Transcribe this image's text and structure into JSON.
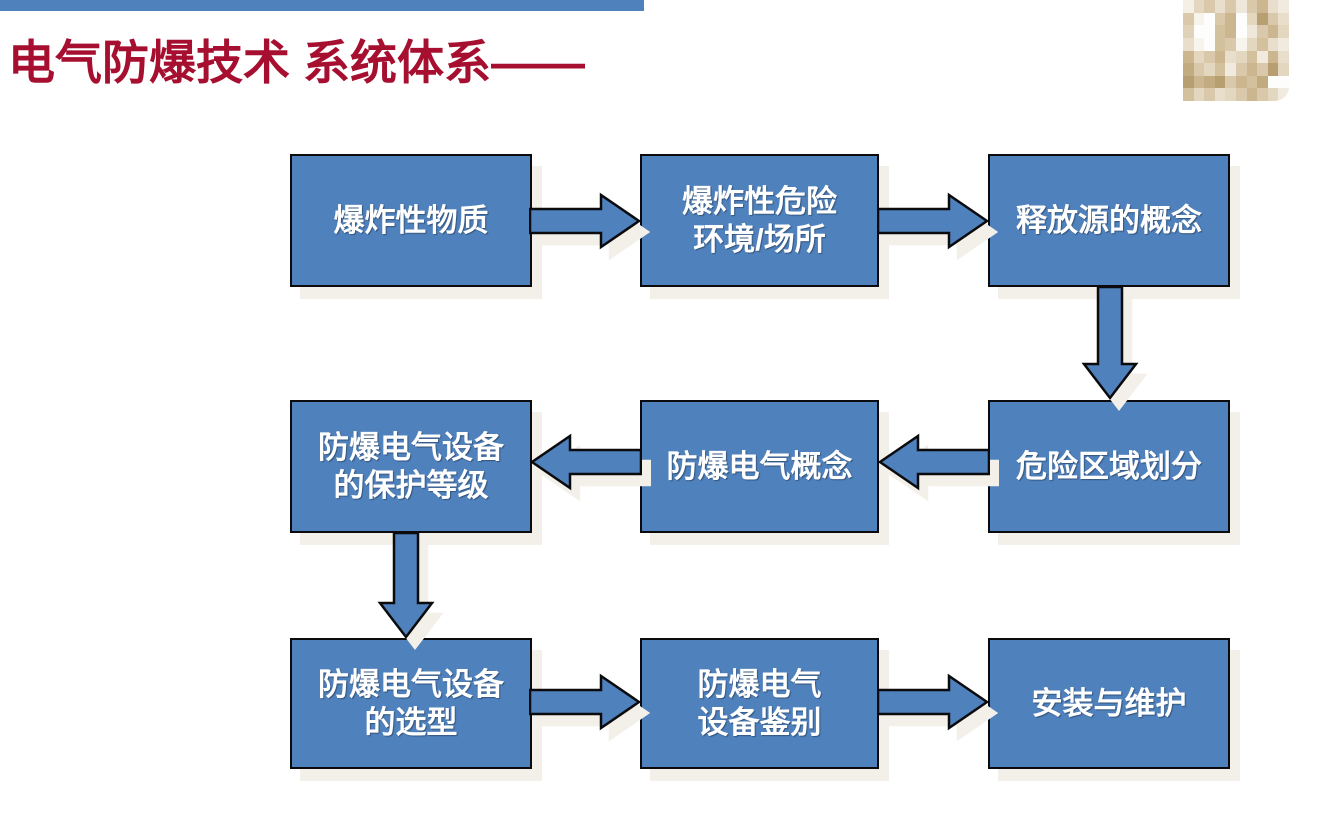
{
  "slide": {
    "title": "电气防爆技术 系统体系——",
    "title_color": "#A60F2F",
    "accent_bar_color": "#4F81BD",
    "background_color": "#FFFFFF"
  },
  "flow": {
    "box_fill_color": "#4F81BD",
    "box_border_color": "#0B0B0D",
    "box_text_color": "#FFFFFF",
    "shadow_color": "#F2F0E8",
    "nodes": [
      {
        "id": "explosive-substances",
        "label": "爆炸性物质"
      },
      {
        "id": "explosive-hazardous-environment",
        "label": "爆炸性危险\n环境/场所"
      },
      {
        "id": "release-source-concept",
        "label": "释放源的概念"
      },
      {
        "id": "hazardous-zone-classification",
        "label": "危险区域划分"
      },
      {
        "id": "exproof-electrical-concept",
        "label": "防爆电气概念"
      },
      {
        "id": "equipment-protection-level",
        "label": "防爆电气设备\n的保护等级"
      },
      {
        "id": "equipment-selection",
        "label": "防爆电气设备\n的选型"
      },
      {
        "id": "equipment-identification",
        "label": "防爆电气\n设备鉴别"
      },
      {
        "id": "installation-maintenance",
        "label": "安装与维护"
      }
    ],
    "edges": [
      {
        "from": "explosive-substances",
        "to": "explosive-hazardous-environment",
        "direction": "right"
      },
      {
        "from": "explosive-hazardous-environment",
        "to": "release-source-concept",
        "direction": "right"
      },
      {
        "from": "release-source-concept",
        "to": "hazardous-zone-classification",
        "direction": "down"
      },
      {
        "from": "hazardous-zone-classification",
        "to": "exproof-electrical-concept",
        "direction": "left"
      },
      {
        "from": "exproof-electrical-concept",
        "to": "equipment-protection-level",
        "direction": "left"
      },
      {
        "from": "equipment-protection-level",
        "to": "equipment-selection",
        "direction": "down"
      },
      {
        "from": "equipment-selection",
        "to": "equipment-identification",
        "direction": "right"
      },
      {
        "from": "equipment-identification",
        "to": "installation-maintenance",
        "direction": "right"
      }
    ]
  },
  "logo": {
    "description": "pixelated-tan-logo",
    "pixels": [
      [
        "#f5f0e6",
        "#e4d7bf",
        "#d9c8a9",
        "#e8decb",
        "#d9c8a9",
        "#efe8da",
        "#d9c8a9",
        "#cbb68f",
        "#e8decb",
        "#f1ebdf"
      ],
      [
        "#d9c8a9",
        "#f7f4ec",
        "#fdfdfb",
        "#d9c8a9",
        "#cbb68f",
        "#fdfdfb",
        "#e4d7bf",
        "#b89f72",
        "#d9c8a9",
        "#e8decb"
      ],
      [
        "#e0d2b8",
        "#fdfdfb",
        "#fdfdfb",
        "#d3c09c",
        "#cbb68f",
        "#fdfdfb",
        "#efe8da",
        "#d9c8a9",
        "#cbb68f",
        "#e4d7bf"
      ],
      [
        "#e8decb",
        "#f7f4ec",
        "#fdfdfb",
        "#d3c09c",
        "#d9c8a9",
        "#f7f4ec",
        "#e4d7bf",
        "#d3c09c",
        "#e8decb",
        "#f1ebdf"
      ],
      [
        "#cbb68f",
        "#e4d7bf",
        "#d9c8a9",
        "#cbb68f",
        "#e8decb",
        "#e4d7bf",
        "#d3c09c",
        "#f1ebdf",
        "#cbb68f",
        "#e8decb"
      ],
      [
        "#c2ab80",
        "#d9c8a9",
        "#e4d7bf",
        "#d3c09c",
        "#f1ebdf",
        "#d9c8a9",
        "#cbb68f",
        "#d9c8a9",
        "#b89f72",
        "#e4d7bf"
      ],
      [
        "#b89f72",
        "#cbb68f",
        "#c2ab80",
        "#b89f72",
        "#d9c8a9",
        "#cbb68f",
        "#d3c09c",
        "#c2ab80",
        "#fdfdfb",
        "#fdfdfb"
      ],
      [
        "#d3c09c",
        "#e4d7bf",
        "#d9c8a9",
        "#e8decb",
        "#e4d7bf",
        "#d9c8a9",
        "#cbb68f",
        "#d9c8a9",
        "#e4d7bf",
        "#f1ebdf"
      ]
    ]
  }
}
